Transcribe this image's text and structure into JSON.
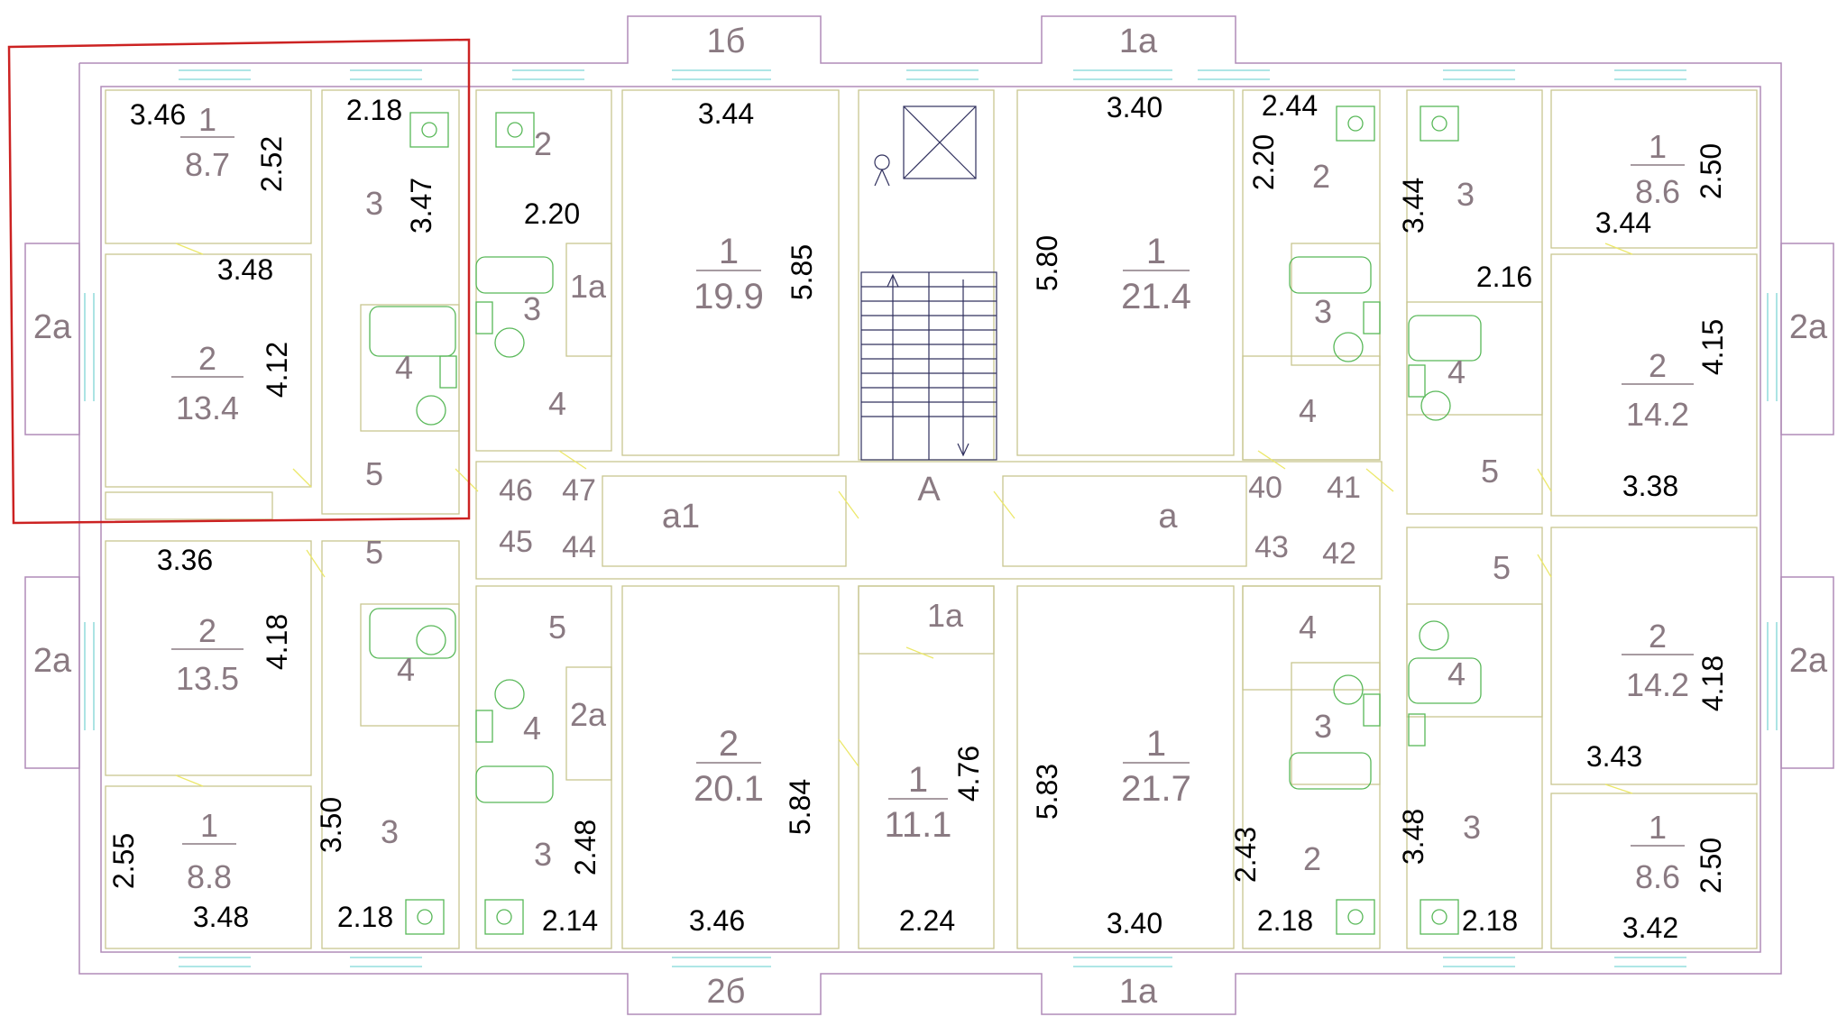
{
  "colors": {
    "walls": "#b08cb8",
    "inner_walls": "#c8c690",
    "windows": "#7fd6d6",
    "fixtures": "#58b858",
    "doors": "#ece86a",
    "highlight": "#cc2222",
    "stairs": "#30305e",
    "room_labels": "#8a7a82"
  },
  "icons": [
    "stair-arrow-up-icon",
    "stair-arrow-down-icon",
    "elevator-shaft-icon",
    "person-symbol-icon",
    "stove-icon",
    "sink-icon",
    "bathtub-icon",
    "toilet-icon"
  ],
  "labels": {
    "bal_tl": "2а",
    "bal_ml": "2а",
    "bal_tr": "2а",
    "bal_mr": "2а",
    "bal_top1": "1б",
    "bal_top2": "1а",
    "bal_bot1": "2б",
    "bal_bot2": "1а",
    "A_r1n": "1",
    "A_r1a": "8.7",
    "A_r2n": "2",
    "A_r2a": "13.4",
    "A_r3": "3",
    "A_r4": "4",
    "A_r5": "5",
    "B_r2n": "2",
    "B_r2a": "13.5",
    "B_r1n": "1",
    "B_r1a": "8.8",
    "B_r3": "3",
    "B_r4": "4",
    "B_r5": "5",
    "C_k": "2",
    "C_b": "3",
    "C_1a": "1а",
    "C_h": "4",
    "C_rn": "1",
    "C_ra": "19.9",
    "D_h": "5",
    "D_b": "4",
    "D_2a": "2а",
    "D_k": "3",
    "D_rn": "2",
    "D_ra": "20.1",
    "lobby_A": "А",
    "lobby_a1": "а1",
    "lobby_a": "а",
    "E_1a": "1а",
    "E_rn": "1",
    "E_ra": "11.1",
    "F_rn": "1",
    "F_ra": "21.4",
    "F_k": "2",
    "F_b": "3",
    "F_h": "4",
    "G_rn": "1",
    "G_ra": "21.7",
    "G_h": "4",
    "G_b": "3",
    "G_k": "2",
    "H_k": "3",
    "H_b": "4",
    "H_h": "5",
    "H_r1n": "1",
    "H_r1a": "8.6",
    "H_r2n": "2",
    "H_r2a": "14.2",
    "I_h": "5",
    "I_b": "4",
    "I_k": "3",
    "I_r2n": "2",
    "I_r2a": "14.2",
    "I_r1n": "1",
    "I_r1a": "8.6",
    "d46": "46",
    "d47": "47",
    "d45": "45",
    "d44": "44",
    "d40": "40",
    "d41": "41",
    "d43": "43",
    "d42": "42"
  },
  "dims": {
    "a1": "3.46",
    "a2": "2.52",
    "a3": "2.18",
    "a4": "3.47",
    "a5": "3.48",
    "a6": "4.12",
    "a7": "3.36",
    "b1": "4.18",
    "b2": "2.55",
    "b3": "3.48",
    "b4": "3.50",
    "b5": "2.18",
    "c1": "3.44",
    "c2": "2.20",
    "c3": "5.85",
    "d1": "2.48",
    "d2": "2.14",
    "d3": "3.46",
    "d4": "5.84",
    "e1": "4.76",
    "e2": "2.24",
    "f1": "3.40",
    "f2": "2.44",
    "f3": "2.20",
    "f4": "5.80",
    "g1": "5.83",
    "g2": "3.40",
    "g3": "2.43",
    "g4": "2.18",
    "h1": "3.44",
    "h2": "2.16",
    "h3": "2.50",
    "h4": "3.44",
    "h5": "4.15",
    "h6": "3.38",
    "i1": "4.18",
    "i2": "3.43",
    "i3": "3.48",
    "i4": "2.18",
    "i5": "2.50",
    "i6": "3.42"
  }
}
